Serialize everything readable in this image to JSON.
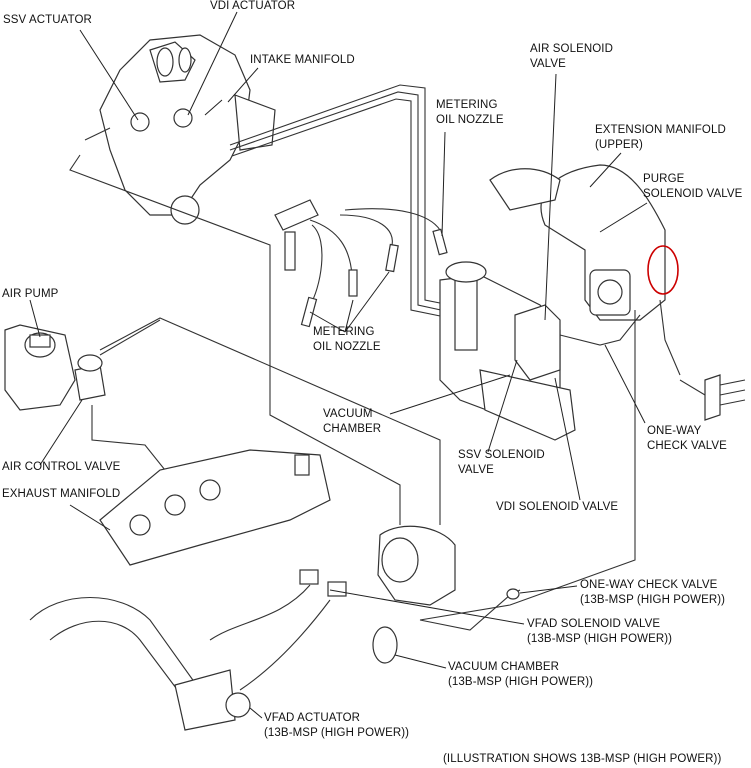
{
  "diagram": {
    "caption": "(ILLUSTRATION SHOWS 13B-MSP (HIGH POWER))",
    "highlight_color": "#cc0000",
    "labels": {
      "ssv_actuator": [
        "SSV ACTUATOR"
      ],
      "vdi_actuator": [
        "VDI ACTUATOR"
      ],
      "intake_manifold": [
        "INTAKE MANIFOLD"
      ],
      "metering_oil_nozzle_top": [
        "METERING",
        "OIL NOZZLE"
      ],
      "air_solenoid_valve": [
        "AIR SOLENOID",
        "VALVE"
      ],
      "extension_manifold": [
        "EXTENSION MANIFOLD",
        "(UPPER)"
      ],
      "purge_solenoid_valve": [
        "PURGE",
        "SOLENOID VALVE"
      ],
      "air_pump": [
        "AIR PUMP"
      ],
      "metering_oil_nozzle_mid": [
        "METERING",
        "OIL NOZZLE"
      ],
      "vacuum_chamber": [
        "VACUUM",
        "CHAMBER"
      ],
      "one_way_check_valve": [
        "ONE-WAY",
        "CHECK VALVE"
      ],
      "air_control_valve": [
        "AIR CONTROL VALVE"
      ],
      "ssv_solenoid_valve": [
        "SSV SOLENOID",
        "VALVE"
      ],
      "exhaust_manifold": [
        "EXHAUST MANIFOLD"
      ],
      "vdi_solenoid_valve": [
        "VDI SOLENOID VALVE"
      ],
      "one_way_check_valve_hp": [
        "ONE-WAY CHECK VALVE",
        "(13B-MSP (HIGH POWER))"
      ],
      "vfad_solenoid_valve": [
        "VFAD SOLENOID VALVE",
        "(13B-MSP (HIGH POWER))"
      ],
      "vacuum_chamber_hp": [
        "VACUUM CHAMBER",
        "(13B-MSP (HIGH POWER))"
      ],
      "vfad_actuator": [
        "VFAD ACTUATOR",
        "(13B-MSP (HIGH POWER))"
      ]
    }
  }
}
